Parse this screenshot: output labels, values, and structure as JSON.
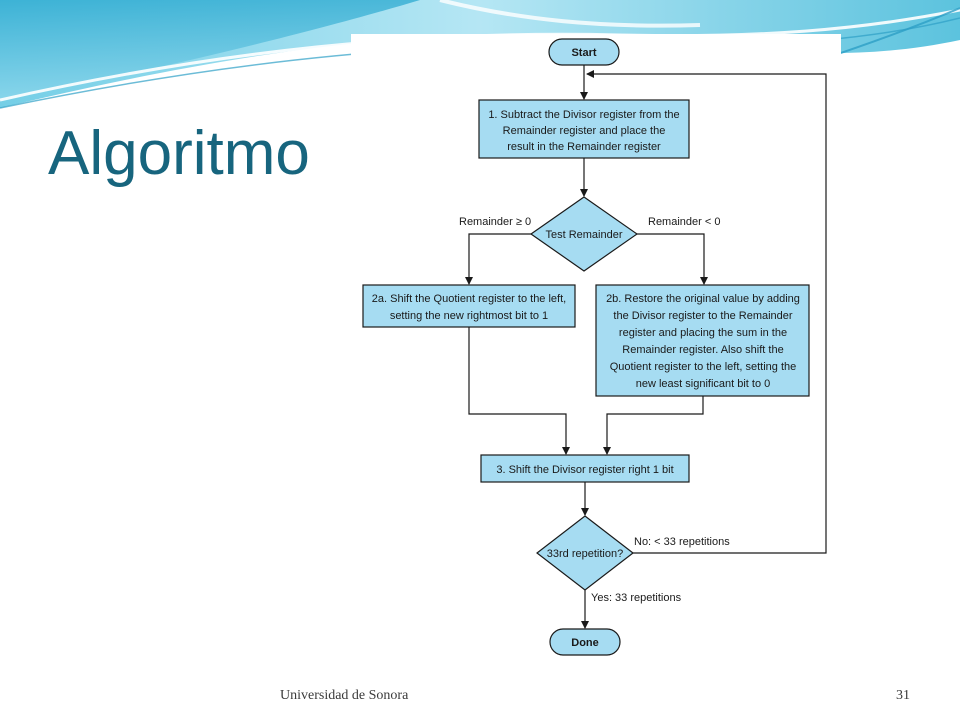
{
  "slide": {
    "title": "Algoritmo",
    "footer_left": "Universidad de Sonora",
    "page_number": "31"
  },
  "colors": {
    "title": "#17657e",
    "box_fill": "#a6dcf2",
    "stroke": "#1a1a1a",
    "header_wave": "#3fb8d8"
  },
  "flowchart": {
    "start": "Start",
    "step1": [
      "1.  Subtract the Divisor register from the",
      "Remainder register and place the",
      "result in the Remainder register"
    ],
    "test1": "Test Remainder",
    "branch_left": "Remainder ≥ 0",
    "branch_right": "Remainder < 0",
    "step2a": [
      "2a.  Shift the Quotient register to the left,",
      "setting the new rightmost bit to 1"
    ],
    "step2b": [
      "2b.  Restore the original value by adding",
      "the Divisor register to the Remainder",
      "register and placing the sum in the",
      "Remainder register. Also shift the",
      "Quotient register to the left, setting the",
      "new least significant bit to 0"
    ],
    "step3": "3.  Shift the Divisor register right 1 bit",
    "test2": "33rd repetition?",
    "loop_label": "No: < 33 repetitions",
    "exit_label": "Yes: 33 repetitions",
    "done": "Done"
  }
}
